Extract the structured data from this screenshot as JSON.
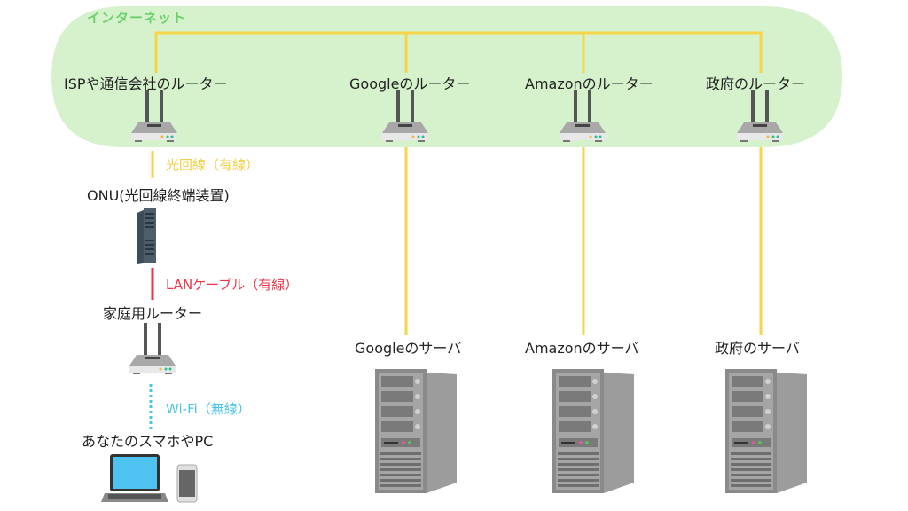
{
  "internet": {
    "title": "インターネット",
    "background_color": "#d6f2cc",
    "title_color": "#6cd16c"
  },
  "routers": {
    "isp": "ISPや通信会社のルーター",
    "google": "Googleのルーター",
    "amazon": "Amazonのルーター",
    "government": "政府のルーター",
    "home": "家庭用ルーター"
  },
  "devices": {
    "onu": "ONU(光回線終端装置)",
    "user": "あなたのスマホやPC"
  },
  "servers": {
    "google": "Googleのサーバ",
    "amazon": "Amazonのサーバ",
    "government": "政府のサーバ"
  },
  "connections": {
    "fiber": {
      "label": "光回線（有線）",
      "color": "#f7d54a"
    },
    "lan": {
      "label": "LANケーブル（有線）",
      "color": "#ee3344"
    },
    "wifi": {
      "label": "Wi-Fi（無線）",
      "color": "#4cc3e8"
    }
  }
}
